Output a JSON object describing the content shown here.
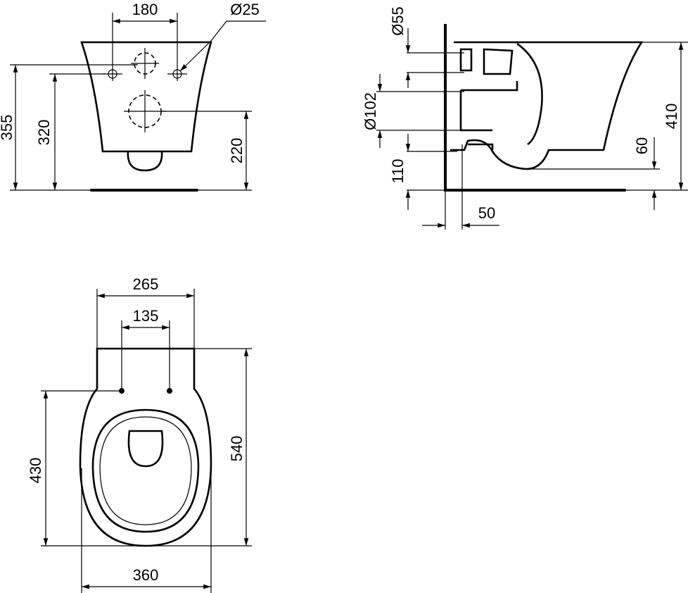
{
  "front_view": {
    "dim_fixing_spacing": "180",
    "dim_fixing_hole_diameter": "Ø25",
    "dim_total_height": "355",
    "dim_fixing_height": "320",
    "dim_outlet_height": "220"
  },
  "side_view": {
    "dim_inlet_diameter": "Ø55",
    "dim_outlet_diameter": "Ø102",
    "dim_outlet_floor_height": "110",
    "dim_height": "410",
    "dim_bottom_clearance": "60",
    "dim_wall_offset": "50"
  },
  "plan_view": {
    "dim_top_width": "265",
    "dim_fixing_spacing": "135",
    "dim_fixing_to_front": "430",
    "dim_projection": "540",
    "dim_width": "360"
  }
}
